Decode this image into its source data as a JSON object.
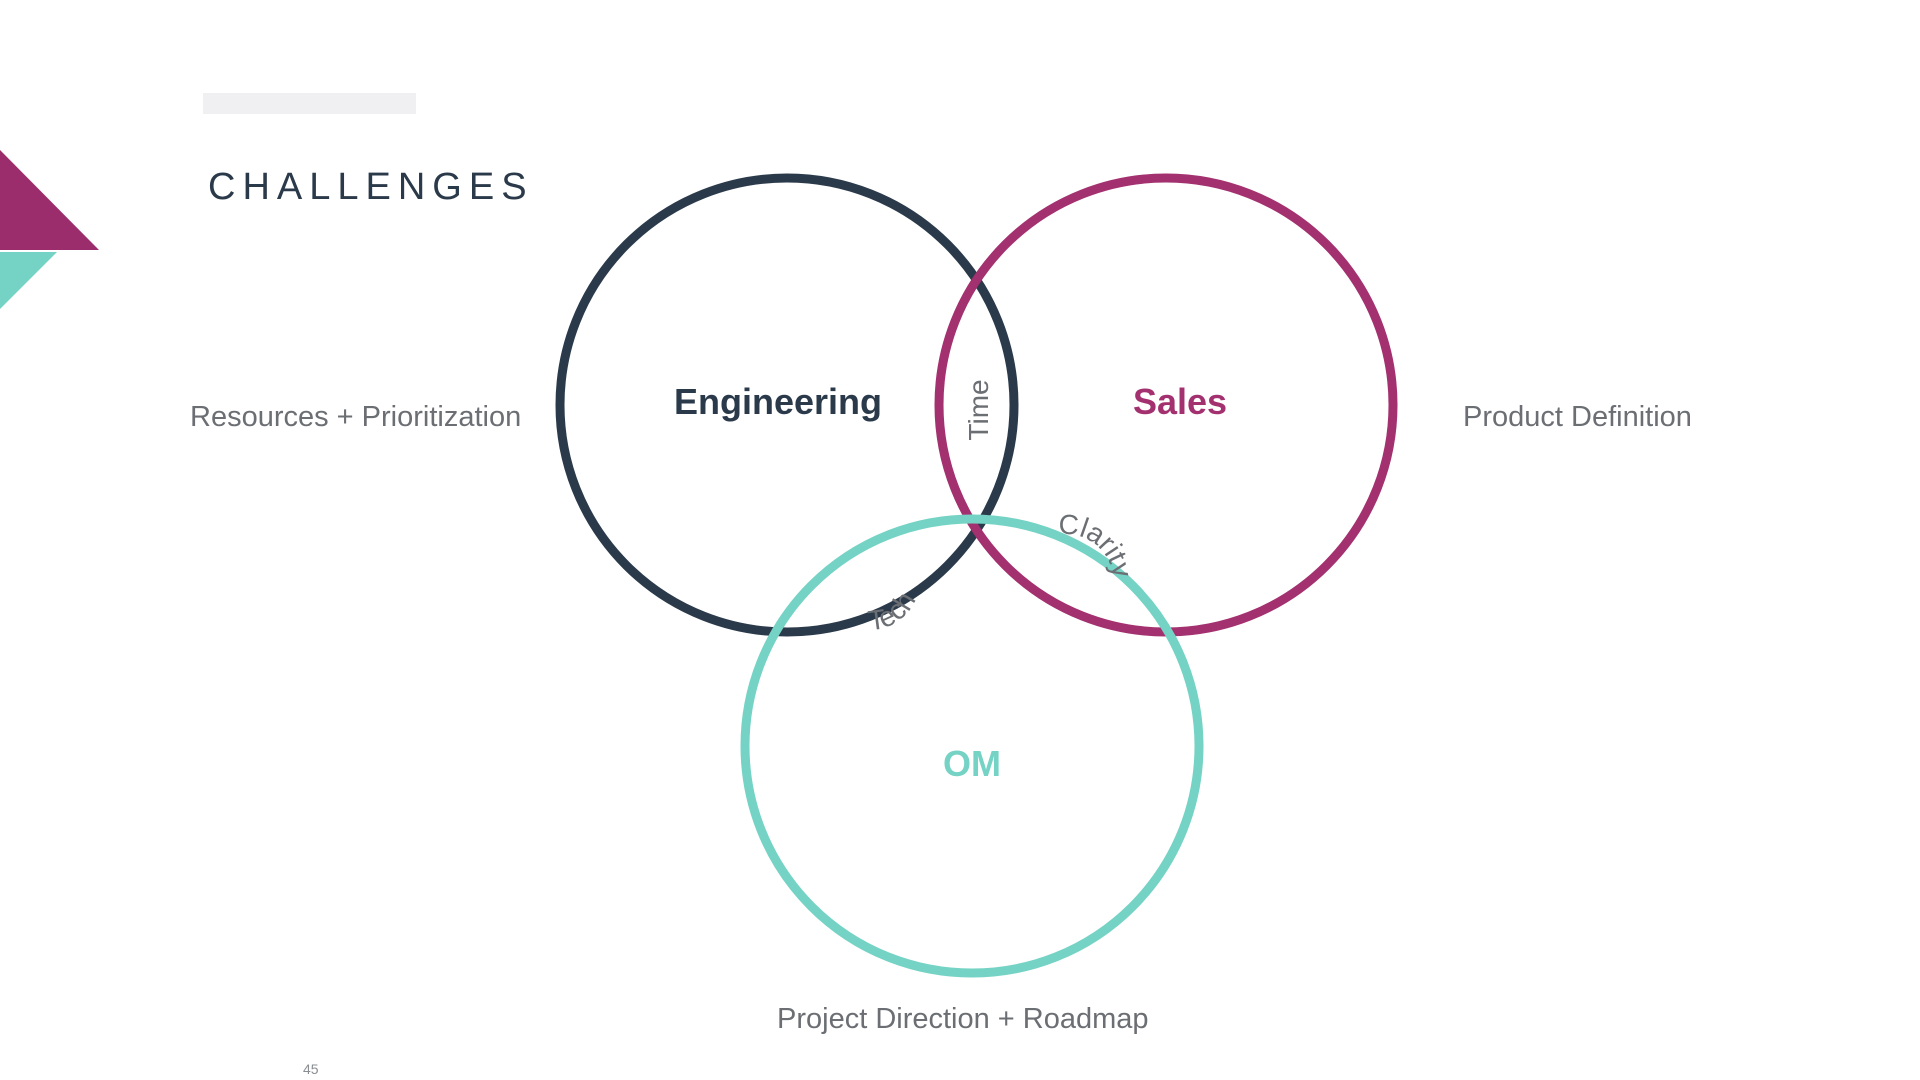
{
  "slide": {
    "title": "CHALLENGES",
    "page_number": "45"
  },
  "colors": {
    "engineering": "#2b3a4a",
    "sales": "#a3306f",
    "om": "#74d3c4",
    "overlap_text": "#6b6e73",
    "label_text": "#6b6e73",
    "deco_magenta": "#9b2d6c",
    "deco_teal": "#74d3c4"
  },
  "venn": {
    "circles": {
      "engineering": "Engineering",
      "sales": "Sales",
      "om": "OM"
    },
    "overlaps": {
      "engineering_sales": "Time",
      "engineering_om": "Tech",
      "sales_om": "Clarity"
    }
  },
  "side_labels": {
    "left": "Resources + Prioritization",
    "right": "Product Definition",
    "bottom": "Project Direction + Roadmap"
  }
}
